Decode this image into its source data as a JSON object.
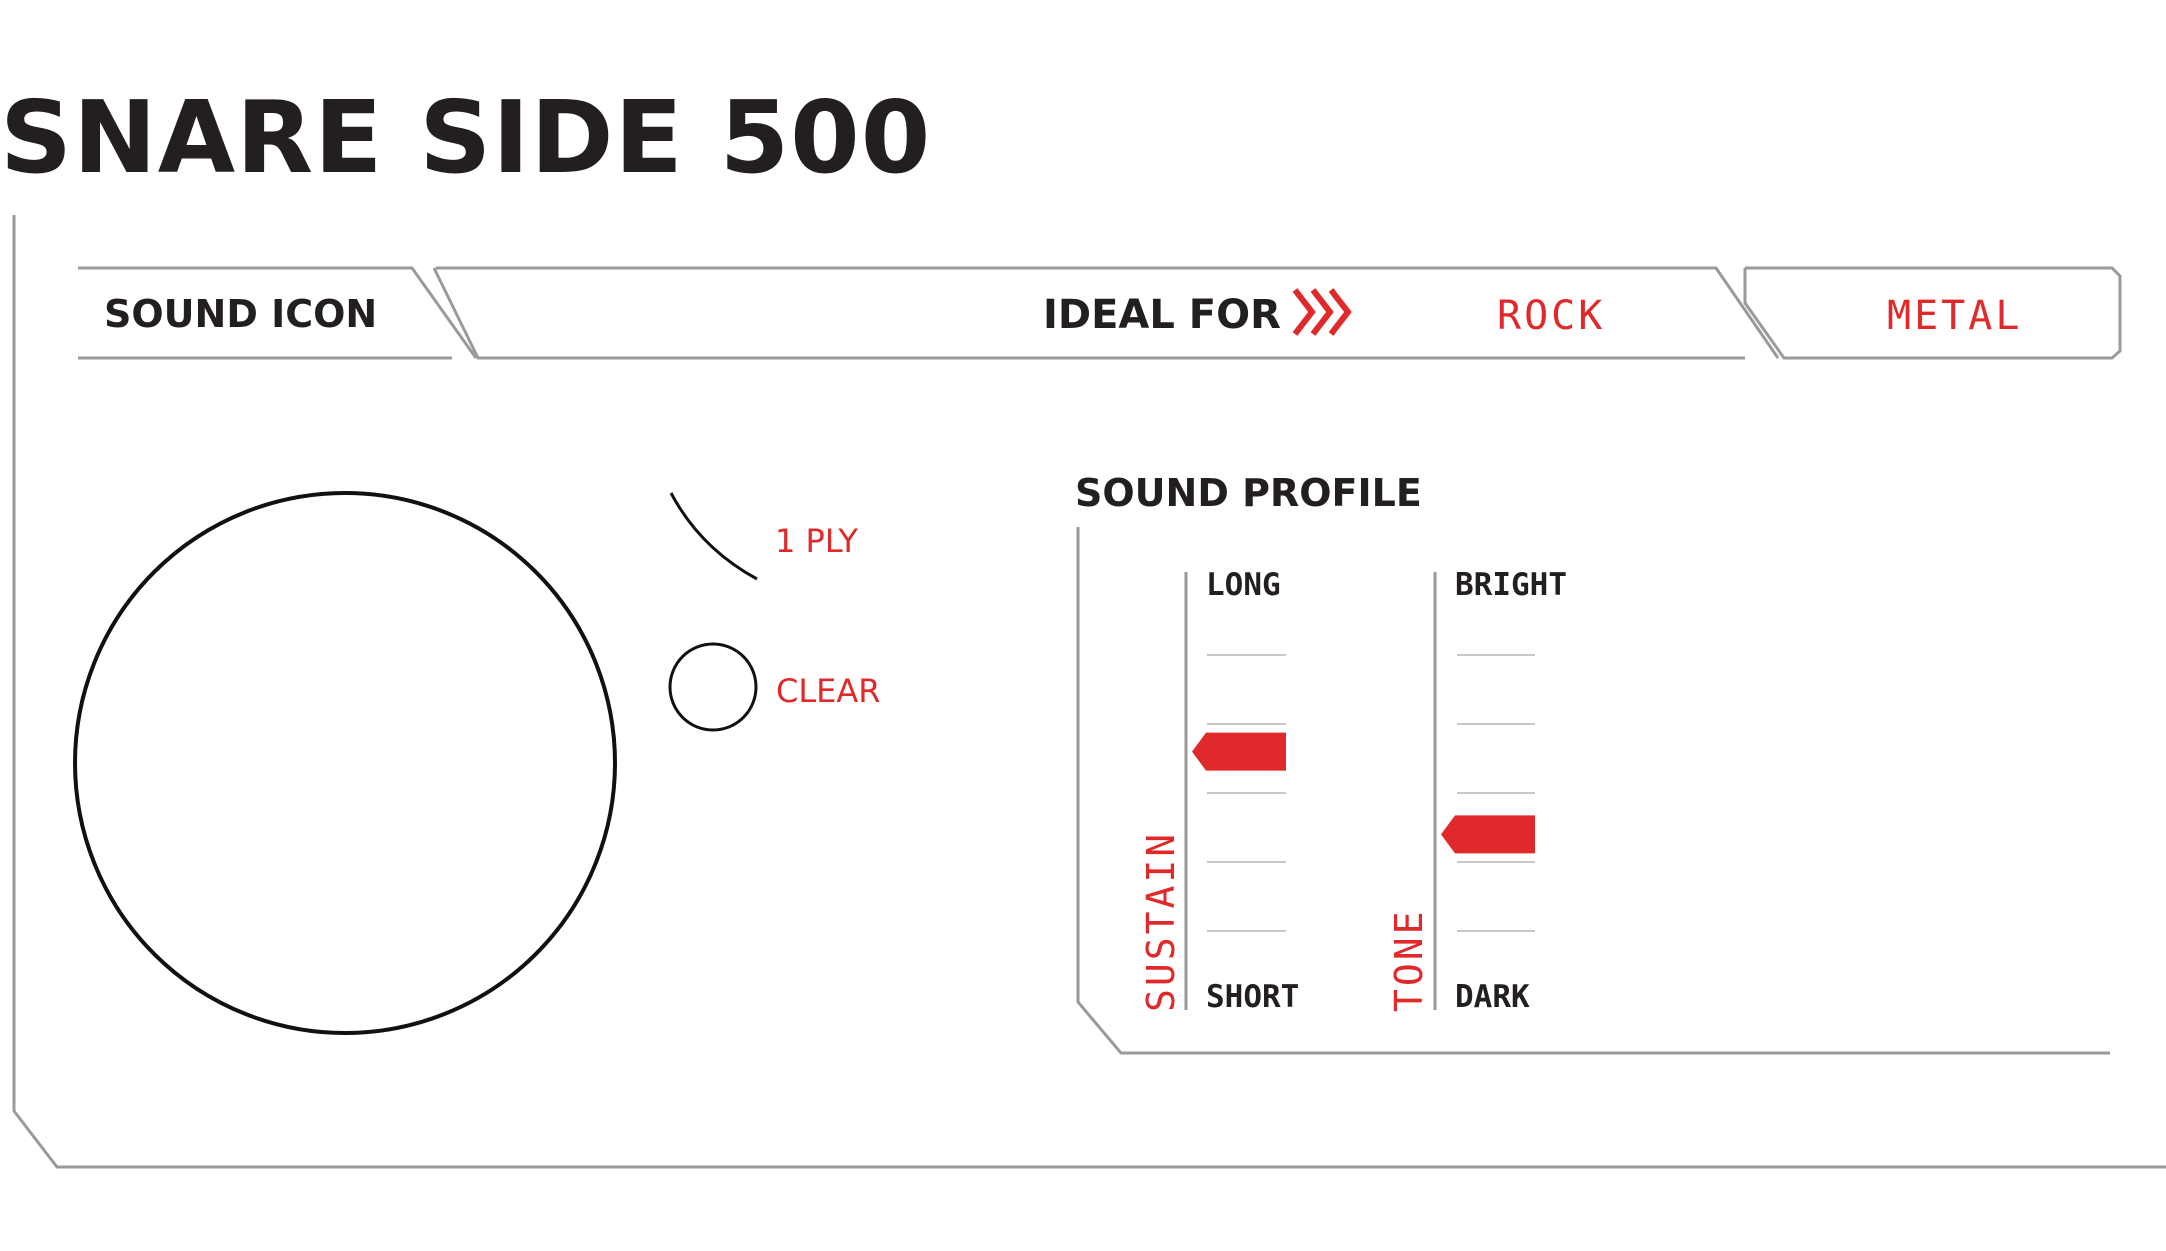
{
  "title": "SNARE SIDE 500",
  "header": {
    "sound_icon_label": "SOUND ICON",
    "ideal_for_label": "IDEAL FOR",
    "genres": [
      "ROCK",
      "METAL"
    ]
  },
  "sound_icon": {
    "ply_label": "1 PLY",
    "finish_label": "CLEAR"
  },
  "sound_profile": {
    "title": "SOUND PROFILE",
    "sliders": [
      {
        "name": "SUSTAIN",
        "top_label": "LONG",
        "bottom_label": "SHORT",
        "level": 0.6
      },
      {
        "name": "TONE",
        "top_label": "BRIGHT",
        "bottom_label": "DARK",
        "level": 0.4
      }
    ]
  },
  "colors": {
    "accent": "#e0292a",
    "text": "#231f20",
    "line": "#9a9a9a"
  }
}
